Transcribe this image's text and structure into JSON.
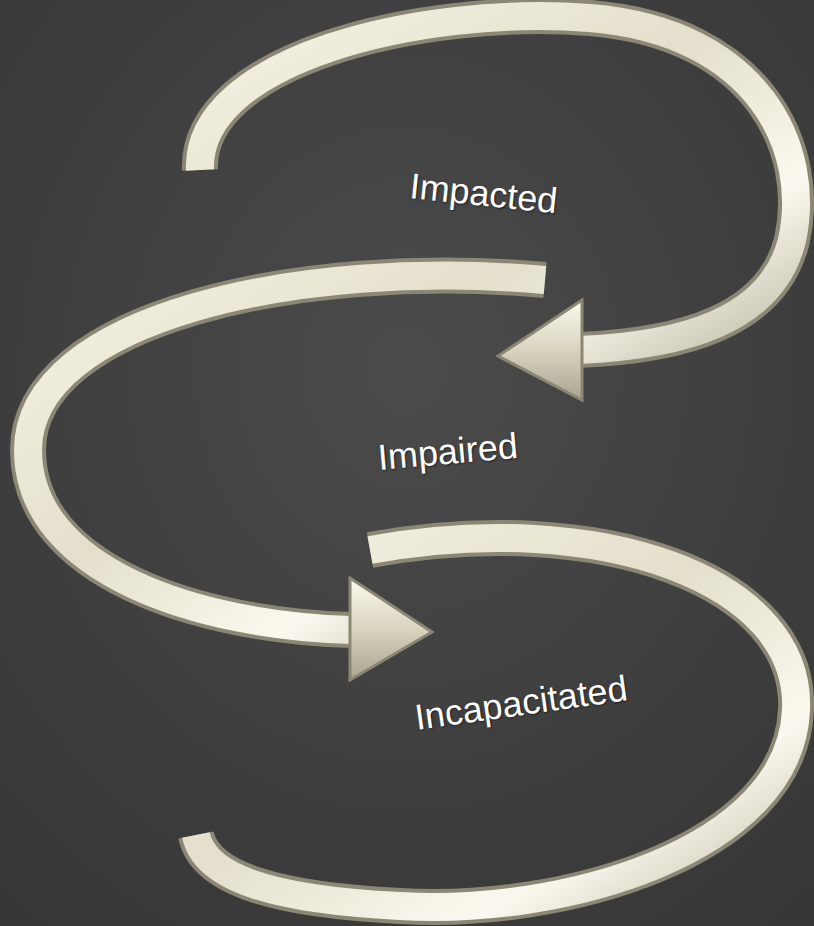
{
  "diagram": {
    "labels": [
      "Impacted",
      "Impaired",
      "Incapacitated"
    ]
  }
}
